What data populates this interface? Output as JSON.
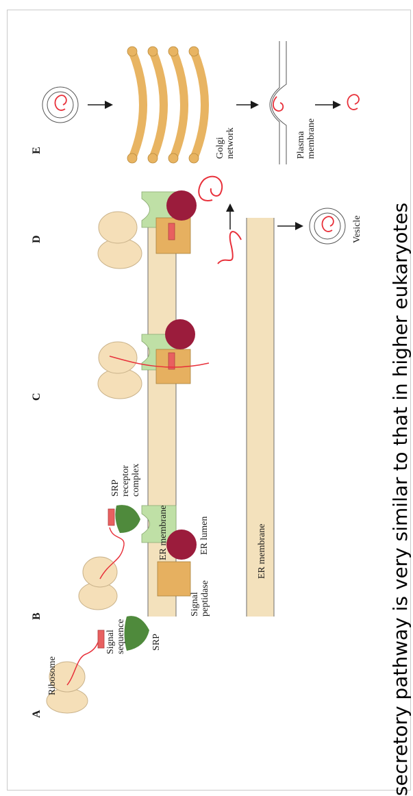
{
  "panels": {
    "a": "A",
    "b": "B",
    "c": "C",
    "d": "D",
    "e": "E"
  },
  "labels": {
    "ribosome": "Ribosome",
    "signal_sequence_1": "Signal",
    "signal_sequence_2": "sequence",
    "srp": "SRP",
    "srp_receptor_1": "SRP",
    "srp_receptor_2": "receptor",
    "srp_receptor_3": "complex",
    "er_membrane_top": "ER membrane",
    "er_lumen": "ER lumen",
    "er_membrane_bottom": "ER membrane",
    "signal_peptidase_1": "Signal",
    "signal_peptidase_2": "peptidase",
    "vesicle": "Vesicle",
    "golgi_1": "Golgi",
    "golgi_2": "network",
    "plasma_1": "Plasma",
    "plasma_2": "membrane"
  },
  "caption": "secretory pathway is very similar to that in higher eukaryotes",
  "colors": {
    "ribosome": "#f5dfb8",
    "membrane": "#f3e1bc",
    "srp": "#4f8a3c",
    "receptor": "#bfe0a6",
    "peptidase": "#9b1c3c",
    "translocon": "#e6b060",
    "signal": "#e86060",
    "chain": "#e8303a",
    "golgi": "#e8b462"
  }
}
